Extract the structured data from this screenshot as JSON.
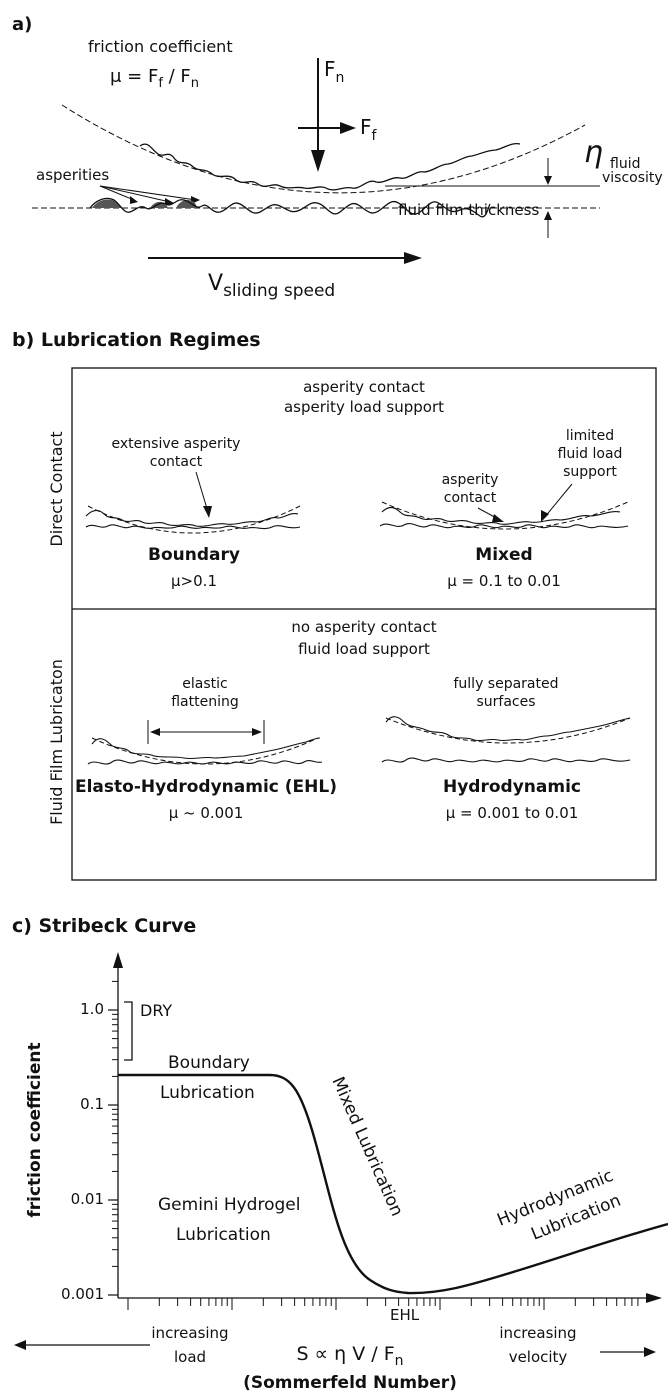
{
  "panel_a": {
    "label": "a)",
    "friction_title": "friction coefficient",
    "friction_formula": "μ = F",
    "friction_f_sub": "f",
    "friction_slash": " / F",
    "friction_n_sub": "n",
    "fn_label": "F",
    "fn_sub": "n",
    "ff_label": "F",
    "ff_sub": "f",
    "eta_symbol": "η",
    "eta_sub": "fluid",
    "viscosity": "viscosity",
    "asperities": "asperities",
    "film_thickness": "fluid film thickness",
    "v_symbol": "V",
    "v_sub": "sliding speed"
  },
  "panel_b": {
    "title": "b) Lubrication Regimes",
    "side_top": "Direct Contact",
    "side_bottom": "Fluid Film Lubricaton",
    "top_header_1": "asperity contact",
    "top_header_2": "asperity load support",
    "boundary_note_1": "extensive asperity",
    "boundary_note_2": "contact",
    "boundary_name": "Boundary",
    "boundary_mu": "μ>0.1",
    "mixed_note_a1": "asperity",
    "mixed_note_a2": "contact",
    "mixed_note_b1": "limited",
    "mixed_note_b2": "fluid load",
    "mixed_note_b3": "support",
    "mixed_name": "Mixed",
    "mixed_mu": "μ = 0.1 to 0.01",
    "bottom_header_1": "no asperity contact",
    "bottom_header_2": "fluid load support",
    "ehl_note_1": "elastic",
    "ehl_note_2": "flattening",
    "ehl_name": "Elasto-Hydrodynamic (EHL)",
    "ehl_mu": "μ ~ 0.001",
    "hydro_note_1": "fully separated",
    "hydro_note_2": "surfaces",
    "hydro_name": "Hydrodynamic",
    "hydro_mu": "μ = 0.001 to 0.01"
  },
  "panel_c": {
    "title": "c) Stribeck Curve",
    "ylabel": "friction coefficient",
    "yticks": [
      "1.0",
      "0.1",
      "0.01",
      "0.001"
    ],
    "dry": "DRY",
    "boundary_1": "Boundary",
    "boundary_2": "Lubrication",
    "mixed": "Mixed Lubrication",
    "hydro_1": "Hydrodynamic",
    "hydro_2": "Lubrication",
    "gemini_1": "Gemini Hydrogel",
    "gemini_2": "Lubrication",
    "ehl": "EHL",
    "left_1": "increasing",
    "left_2": "load",
    "formula": "S ∝ η V / F",
    "formula_sub": "n",
    "sommerfeld": "(Sommerfeld Number)",
    "right_1": "increasing",
    "right_2": "velocity"
  }
}
